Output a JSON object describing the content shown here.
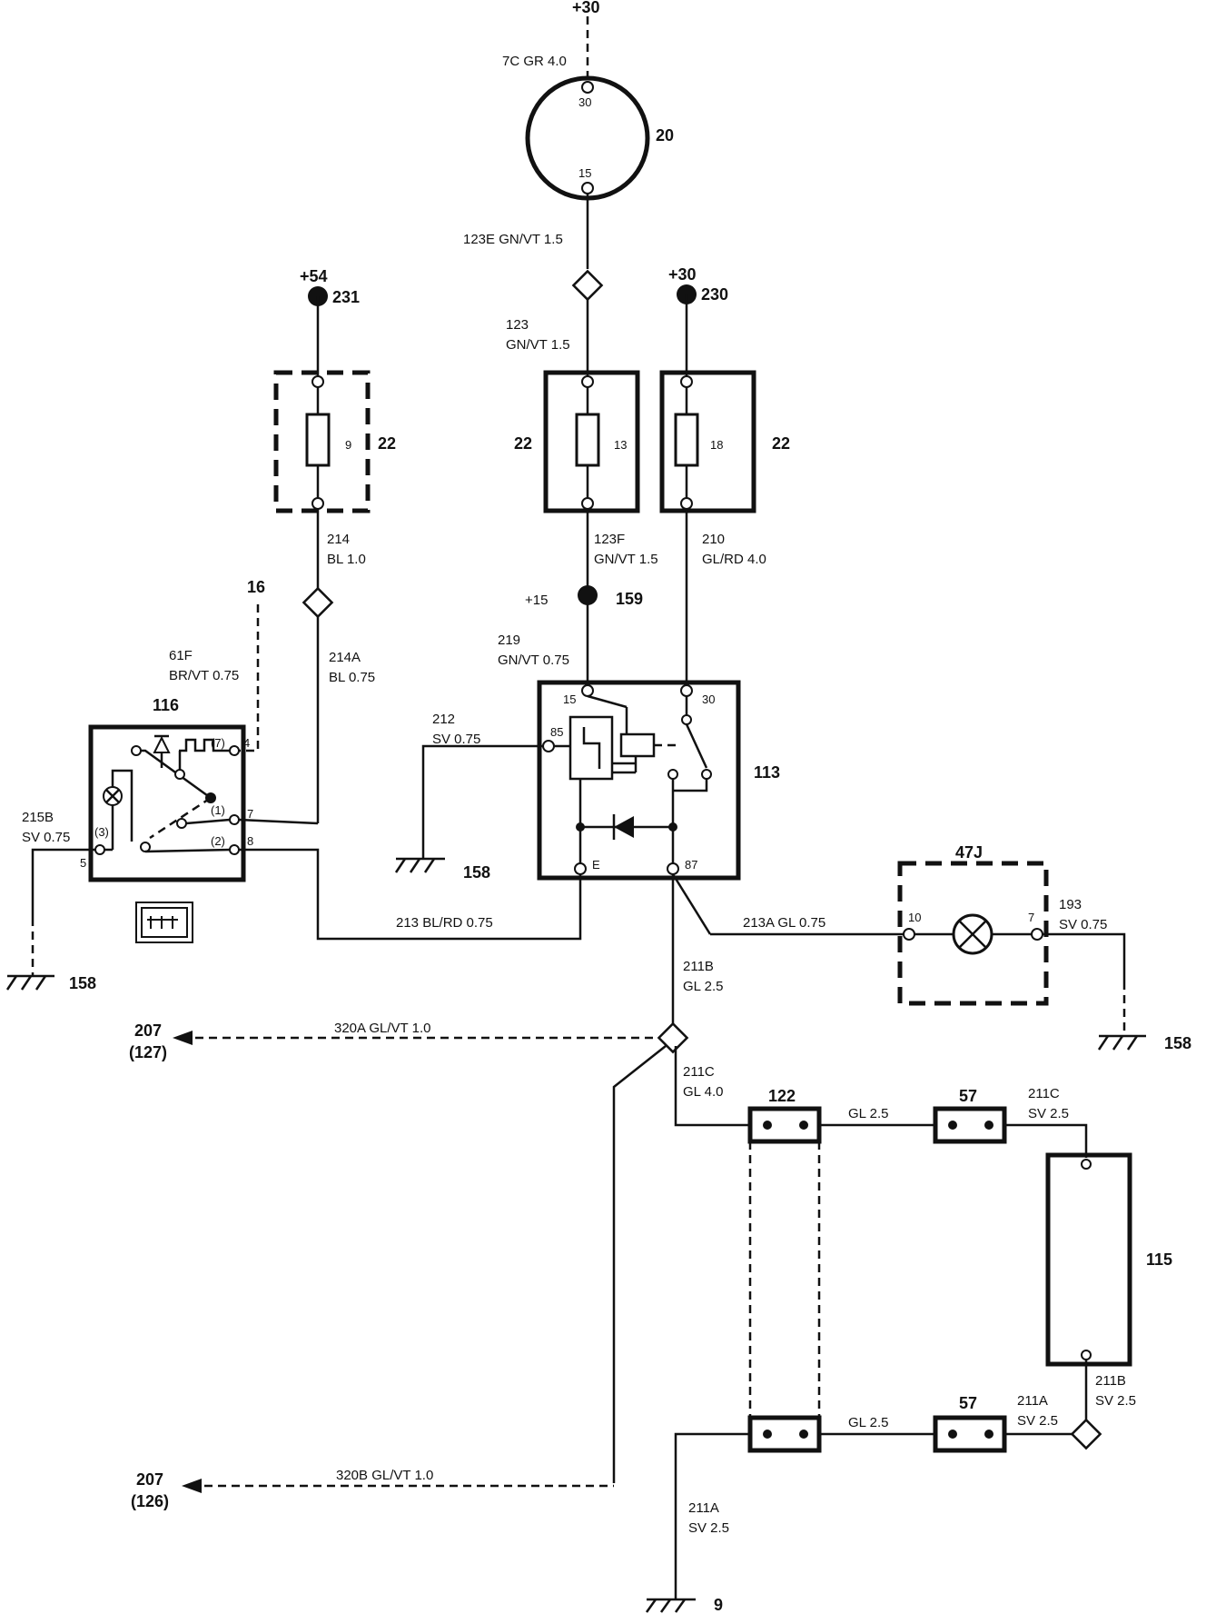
{
  "components": {
    "c20": "20",
    "fuse22a": "22",
    "fuse22b": "22",
    "fuse22c": "22",
    "fuse_9": "9",
    "fuse_13": "13",
    "fuse_18": "18",
    "relay113": "113",
    "switch116": "116",
    "lamp47j": "47J",
    "conn122": "122",
    "conn57a": "57",
    "conn57b": "57",
    "heater115": "115",
    "ground158a": "158",
    "ground158b": "158",
    "ground158c": "158",
    "ground9": "9",
    "node16": "16",
    "node231": "231",
    "node230": "230",
    "node159": "159",
    "ref207a": "207",
    "ref207a_sub": "(127)",
    "ref207b": "207",
    "ref207b_sub": "(126)"
  },
  "supplies": {
    "top30": "+30",
    "plus54": "+54",
    "plus30": "+30",
    "plus15": "+15"
  },
  "pins": {
    "c20_30": "30",
    "c20_15": "15",
    "r_15": "15",
    "r_30": "30",
    "r_85": "85",
    "r_E": "E",
    "r_87": "87",
    "s_7p": "(7)",
    "s_4": "4",
    "s_1p": "(1)",
    "s_7": "7",
    "s_2p": "(2)",
    "s_8": "8",
    "s_3p": "(3)",
    "s_5": "5",
    "l_10": "10",
    "l_7": "7"
  },
  "wires": {
    "w7c": "7C GR 4.0",
    "w123e": "123E GN/VT 1.5",
    "w123a": "123",
    "w123b": "GN/VT 1.5",
    "w214a": "214",
    "w214b": "BL 1.0",
    "w123fa": "123F",
    "w123fb": "GN/VT 1.5",
    "w210a": "210",
    "w210b": "GL/RD 4.0",
    "w61fa": "61F",
    "w61fb": "BR/VT 0.75",
    "w214Aa": "214A",
    "w214Ab": "BL 0.75",
    "w219a": "219",
    "w219b": "GN/VT 0.75",
    "w212a": "212",
    "w212b": "SV 0.75",
    "w215ba": "215B",
    "w215bb": "SV 0.75",
    "w213": "213 BL/RD 0.75",
    "w213a": "213A GL 0.75",
    "w193a": "193",
    "w193b": "SV 0.75",
    "w211ba": "211B",
    "w211bb": "GL 2.5",
    "w320a": "320A GL/VT 1.0",
    "w211ca": "211C",
    "w211cb": "GL 4.0",
    "wgl25a": "GL 2.5",
    "w211c2a": "211C",
    "w211c2b": "SV 2.5",
    "w211b2a": "211B",
    "w211b2b": "SV 2.5",
    "wgl25b": "GL 2.5",
    "w211aa": "211A",
    "w211ab": "SV 2.5",
    "w320b": "320B GL/VT 1.0",
    "w211a2a": "211A",
    "w211a2b": "SV 2.5"
  }
}
